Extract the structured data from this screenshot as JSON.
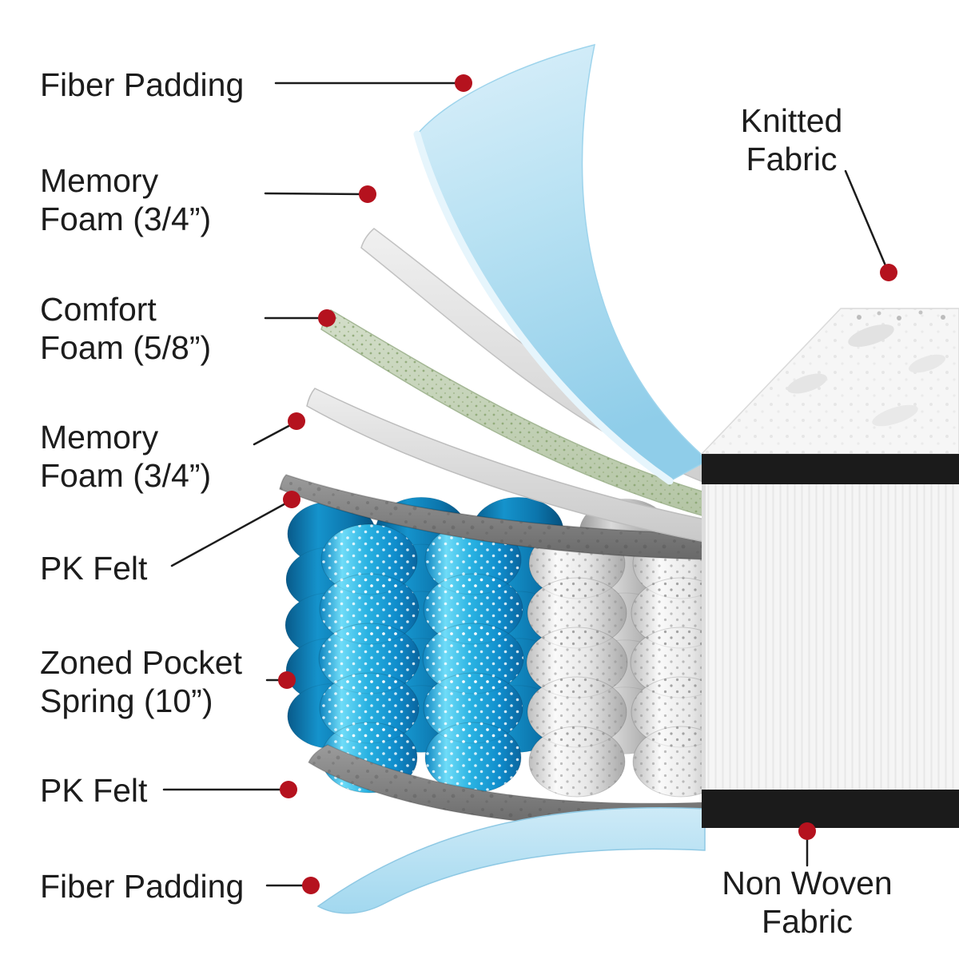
{
  "title": "Mattress construction layers diagram",
  "callouts": [
    {
      "id": "fiber-padding-top",
      "label": "Fiber Padding"
    },
    {
      "id": "memory-foam-upper",
      "label": "Memory Foam (3/4”)"
    },
    {
      "id": "comfort-foam",
      "label": "Comfort Foam (5/8”)"
    },
    {
      "id": "memory-foam-lower",
      "label": "Memory Foam (3/4”)"
    },
    {
      "id": "pk-felt-upper",
      "label": "PK Felt"
    },
    {
      "id": "zoned-pocket-spring",
      "label": "Zoned Pocket Spring (10”)"
    },
    {
      "id": "pk-felt-lower",
      "label": "PK Felt"
    },
    {
      "id": "fiber-padding-bottom",
      "label": "Fiber Padding"
    },
    {
      "id": "knitted-fabric",
      "label": "Knitted Fabric"
    },
    {
      "id": "non-woven-fabric",
      "label": "Non Woven Fabric"
    }
  ],
  "layers_order_top_to_bottom": [
    "Knitted Fabric",
    "Fiber Padding",
    "Memory Foam (3/4”)",
    "Comfort Foam (5/8”)",
    "Memory Foam (3/4”)",
    "PK Felt",
    "Zoned Pocket Spring (10”)",
    "PK Felt",
    "Fiber Padding",
    "Non Woven Fabric"
  ],
  "colors": {
    "callout_dot": "#b5121e",
    "callout_line": "#1c1c1c",
    "text": "#1c1c1c",
    "fiber_padding_blue": "#aedcf2",
    "memory_foam_gray": "#dcdcdc",
    "comfort_foam_green": "#c6d4ba",
    "pk_felt_gray": "#7d7d7d",
    "spring_blue": "#1f9fd6",
    "spring_white": "#e8e8e8",
    "fabric_band_black": "#1b1b1b"
  }
}
